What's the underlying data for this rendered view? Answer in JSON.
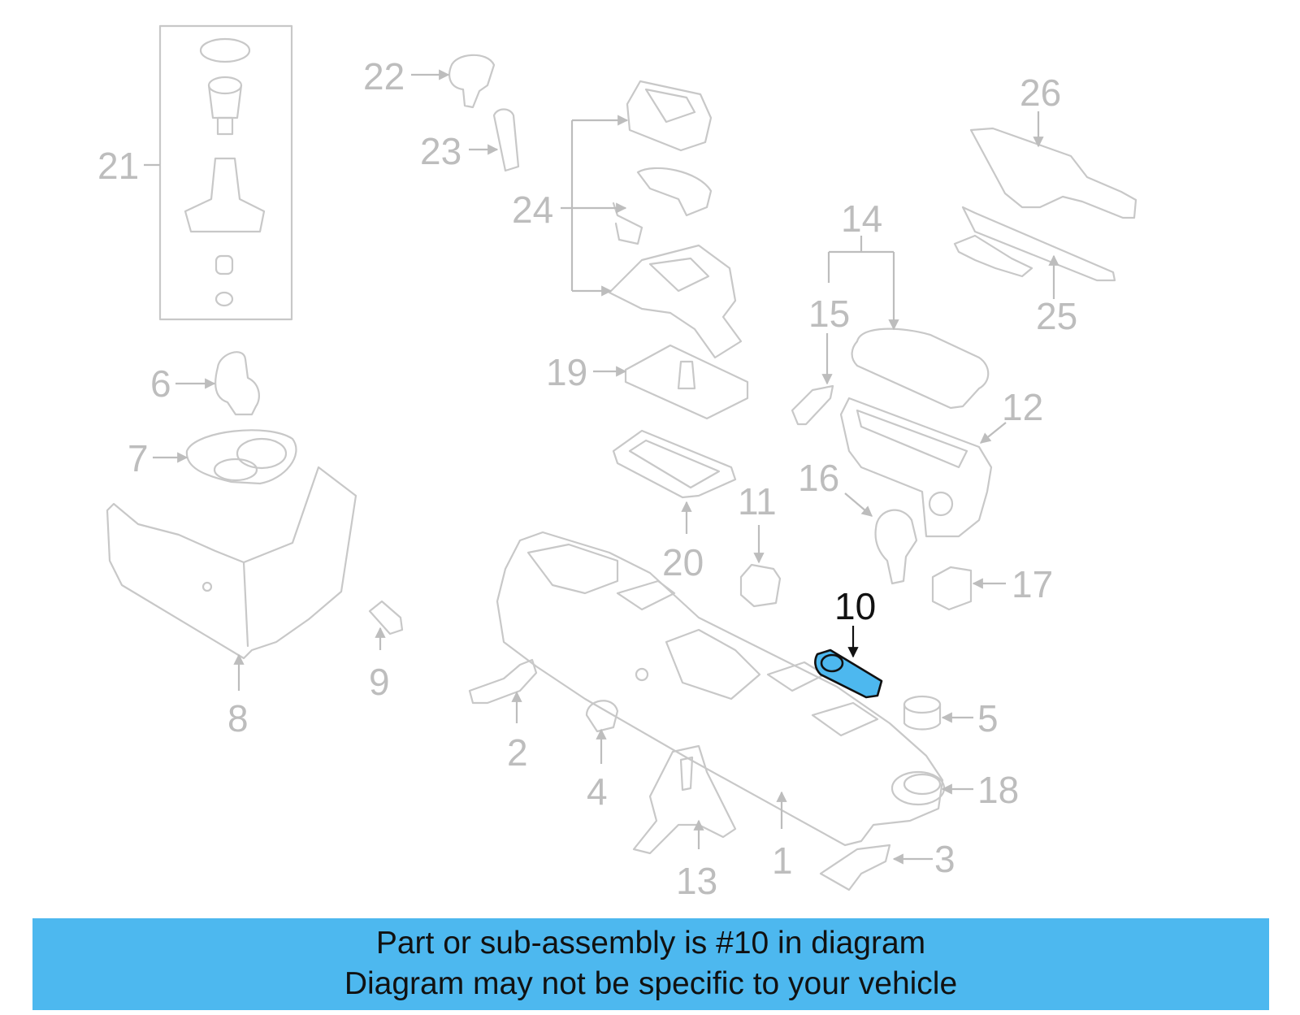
{
  "diagram": {
    "highlighted_part": "10",
    "highlight_color": "#4db8ef",
    "callouts": [
      "1",
      "2",
      "3",
      "4",
      "5",
      "6",
      "7",
      "8",
      "9",
      "10",
      "11",
      "12",
      "13",
      "14",
      "15",
      "16",
      "17",
      "18",
      "19",
      "20",
      "21",
      "22",
      "23",
      "24",
      "25",
      "26"
    ]
  },
  "banner": {
    "line1": "Part or sub-assembly is #10 in diagram",
    "line2": "Diagram may not be specific to your vehicle",
    "background": "#4db8ef"
  }
}
